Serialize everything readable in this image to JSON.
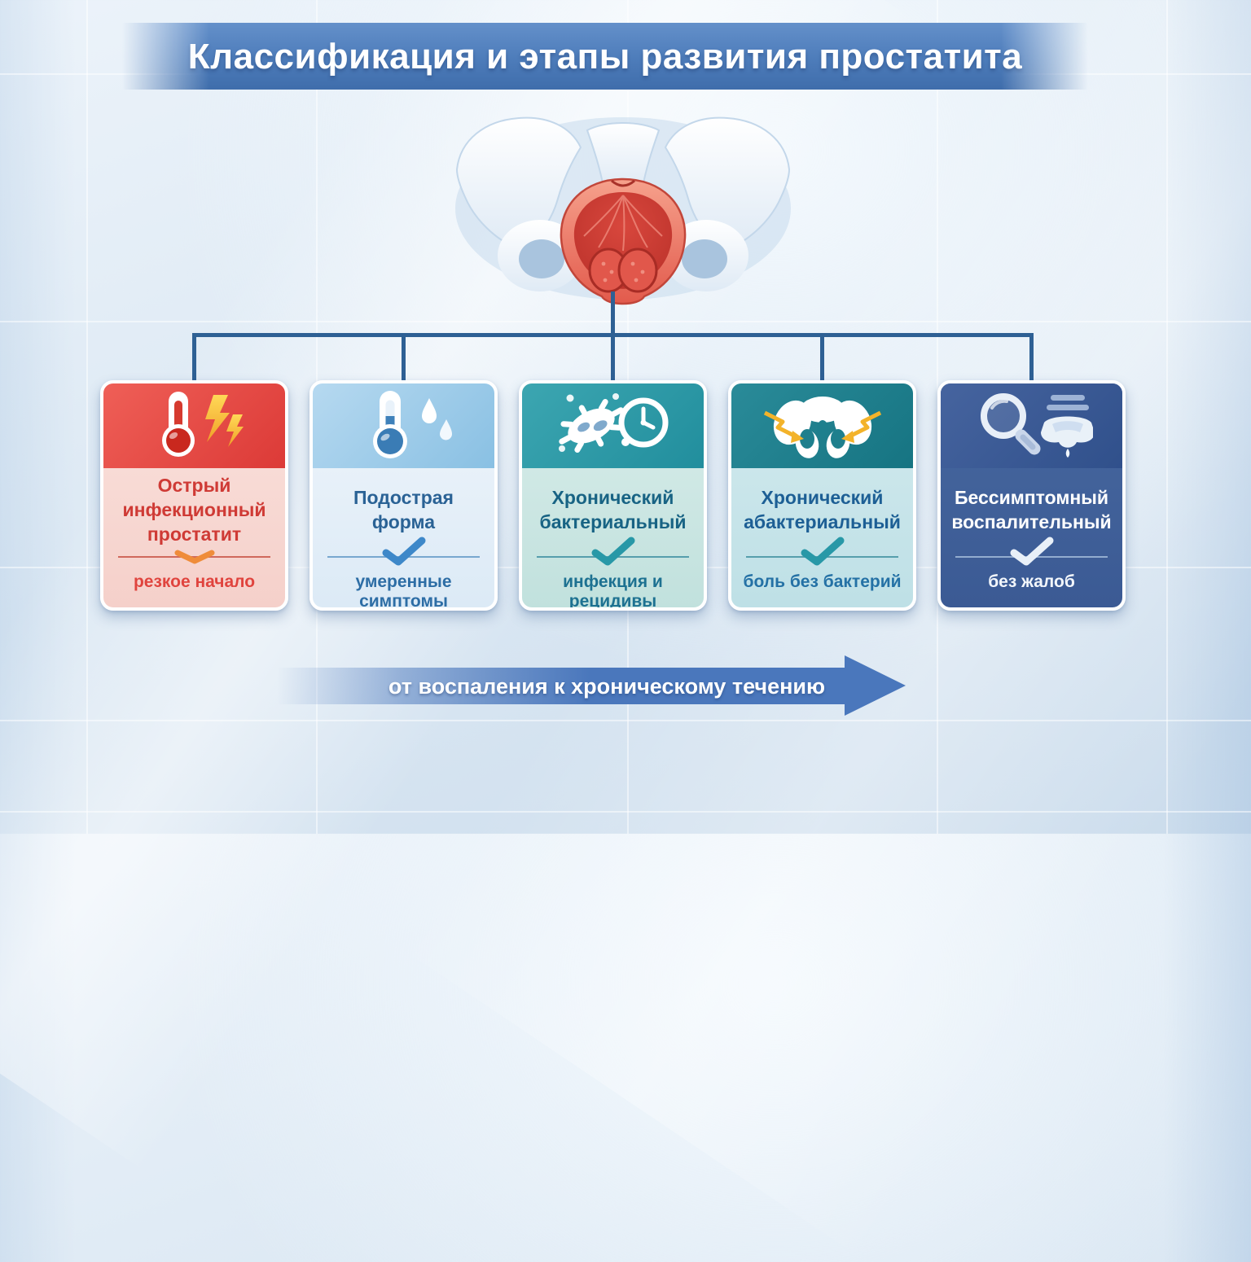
{
  "title": {
    "text": "Классификация и этапы развития простатита"
  },
  "illustration": {
    "name": "pelvis-prostate-illustration"
  },
  "palette": {
    "banner_start": "#6490ca",
    "banner_end": "#3f6dab",
    "connector": "#2e6094",
    "arrow": "#4a77bc"
  },
  "cards": [
    {
      "title": "Острый\nинфекционный\nпростатит",
      "subtitle": "резкое начало",
      "icon": "thermometer-lightning-icon",
      "marker": "chevron-down",
      "colors": {
        "header_start": "#ef5f57",
        "header_end": "#dc3a37",
        "body_start": "#fae2dd",
        "body_end": "#f5d0ca",
        "title": "#cf3a35",
        "subtitle": "#e0443e",
        "divider": "#d0685c",
        "mark": "#ef8c3a"
      }
    },
    {
      "title": "Подострая\nформа",
      "subtitle": "умеренные симптомы",
      "icon": "thermometer-drops-icon",
      "marker": "check",
      "colors": {
        "header_start": "#b6d9f0",
        "header_end": "#89c0e3",
        "body_start": "#eff5fb",
        "body_end": "#dceaf6",
        "title": "#2a6295",
        "subtitle": "#2d6da5",
        "divider": "#78a7cf",
        "mark": "#3e88c9"
      }
    },
    {
      "title": "Хронический\nбактериальный",
      "subtitle": "инфекция и рецидивы",
      "icon": "bacteria-clock-icon",
      "marker": "check",
      "colors": {
        "header_start": "#3ca6b1",
        "header_end": "#218e9d",
        "body_start": "#d9edea",
        "body_end": "#c1e1dd",
        "title": "#186384",
        "subtitle": "#1d7191",
        "divider": "#569eac",
        "mark": "#2898a7"
      }
    },
    {
      "title": "Хронический\nабактериальный",
      "subtitle": "боль без бактерий",
      "icon": "pelvis-pain-icon",
      "marker": "check",
      "colors": {
        "header_start": "#2a8b99",
        "header_end": "#167482",
        "body_start": "#d3eaee",
        "body_end": "#bee0e6",
        "title": "#1d5f95",
        "subtitle": "#2471a5",
        "divider": "#569eac",
        "mark": "#2898a7"
      }
    },
    {
      "title": "Бессимптомный\nвоспалительный",
      "subtitle": "без жалоб",
      "icon": "magnifier-prostate-icon",
      "marker": "check",
      "colors": {
        "header_start": "#46649f",
        "header_end": "#30508b",
        "body_start": "#47689f",
        "body_end": "#3b5a94",
        "title": "#ffffff",
        "subtitle": "#f2f6fb",
        "divider": "#93accf",
        "mark": "#e9f0f8"
      }
    }
  ],
  "flow_arrow": {
    "label": "от воспаления к хроническому течению"
  }
}
